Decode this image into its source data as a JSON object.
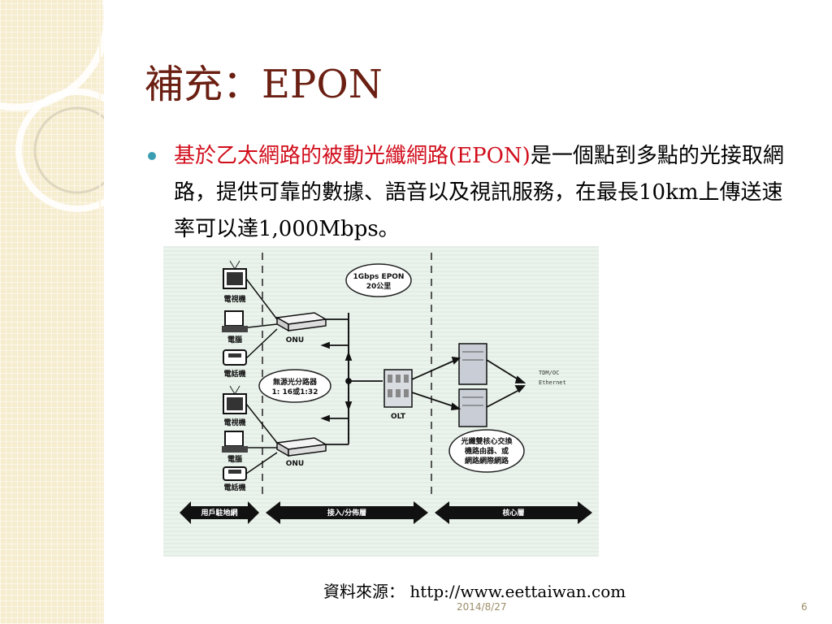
{
  "slide": {
    "title": "補充：EPON",
    "bullet": {
      "highlight": "基於乙太網路的被動光纖網路(EPON)",
      "rest": "是一個點到多點的光接取網路，提供可靠的數據、語音以及視訊服務，在最長10km上傳送速率可以達1,000Mbps。"
    },
    "source_label": "資料來源：",
    "source_url": "http://www.eettaiwan.com",
    "date": "2014/8/27",
    "page_number": "6",
    "colors": {
      "title": "#6b1f12",
      "highlight": "#d10e1c",
      "bullet": "#3b9db1",
      "sidebar": "#f6ecce"
    }
  },
  "diagram": {
    "epon_bubble": [
      "1Gbps EPON",
      "20公里"
    ],
    "splitter_bubble": [
      "無源光分路器",
      "1: 16或1:32"
    ],
    "core_bubble": [
      "光纖雙核心交換",
      "機路由器、或",
      "網路網際網路"
    ],
    "tv_label": "電視機",
    "pc_label": "電腦",
    "phone_label": "電話機",
    "onu_label": "ONU",
    "olt_label": "OLT",
    "uplink_label": [
      "TDM/OC",
      "Ethernet"
    ],
    "zone_user": "用戶駐地網",
    "zone_access": "接入/分佈層",
    "zone_core": "核心層"
  }
}
